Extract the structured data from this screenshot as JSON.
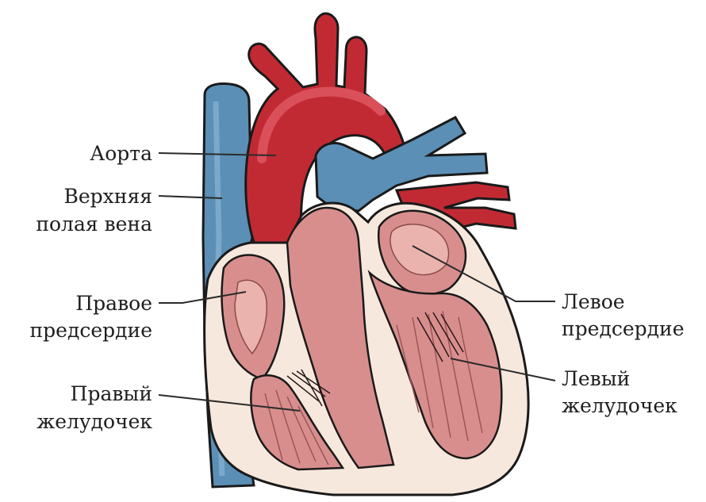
{
  "labels": {
    "aorta": "Аорта",
    "svc_line1": "Верхняя",
    "svc_line2": "полая вена",
    "right_atrium_line1": "Правое",
    "right_atrium_line2": "предсердие",
    "right_ventricle_line1": "Правый",
    "right_ventricle_line2": "желудочек",
    "left_atrium_line1": "Левое",
    "left_atrium_line2": "предсердие",
    "left_ventricle_line1": "Левый",
    "left_ventricle_line2": "желудочек"
  },
  "colors": {
    "artery_red": "#c22a33",
    "vein_blue": "#5b8fb5",
    "heart_outer": "#f7e8dd",
    "myocardium_pink": "#d98e8e",
    "chamber_interior": "#eab3ad",
    "outline": "#1a1a1a"
  }
}
